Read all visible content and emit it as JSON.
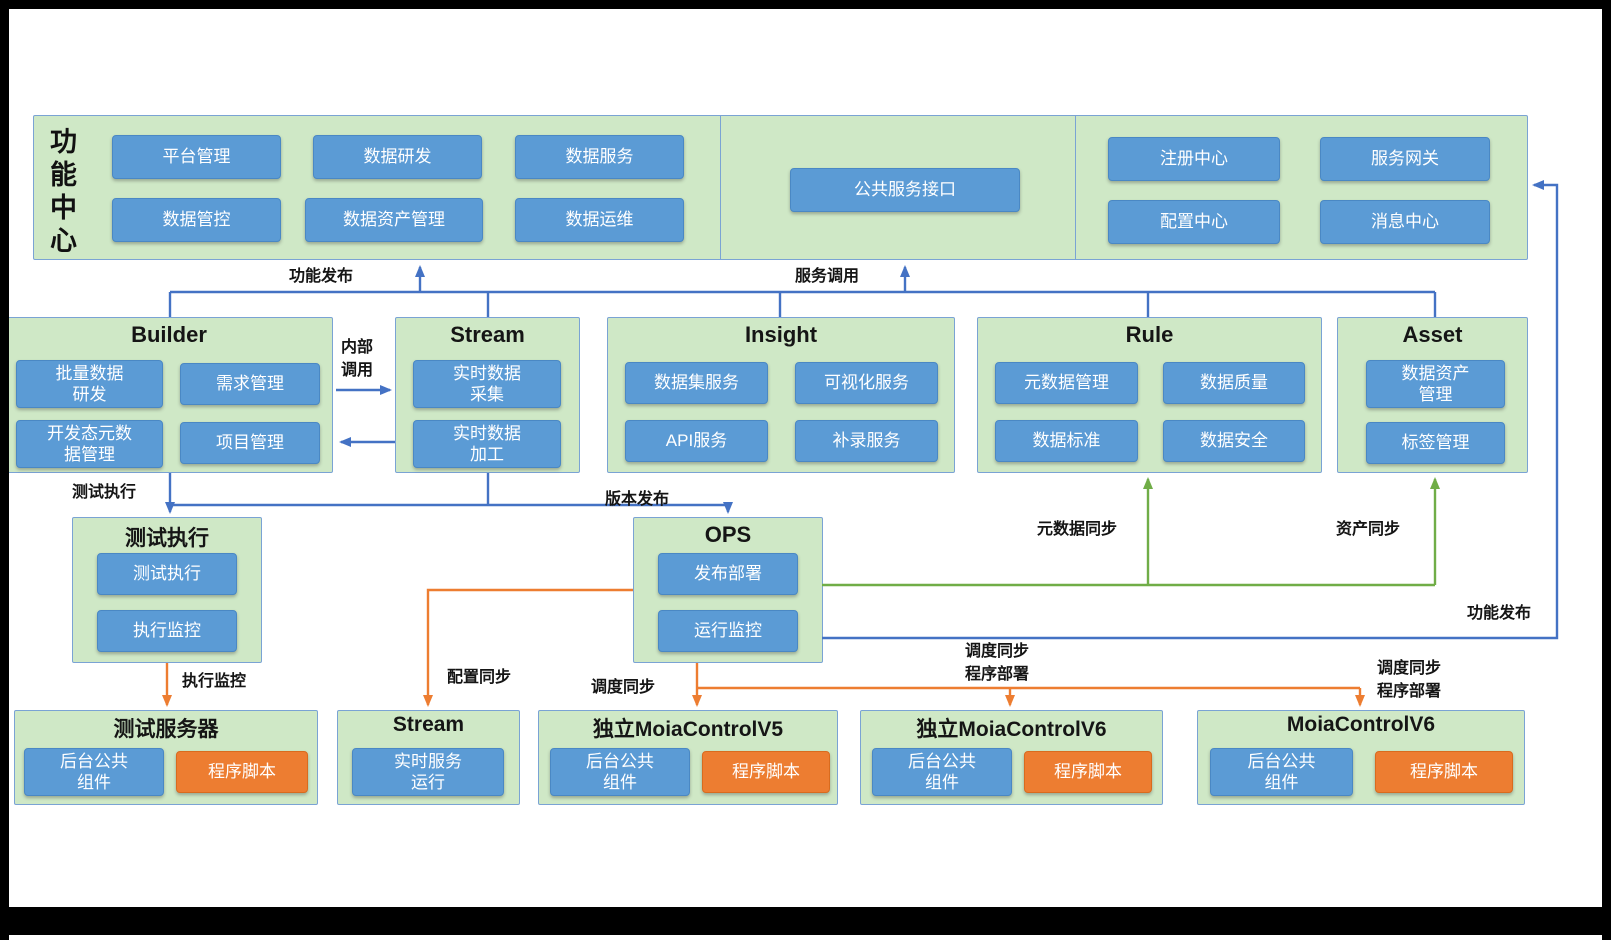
{
  "function_center": {
    "title": "功能中心",
    "buttons": {
      "platform_mgmt": "平台管理",
      "data_dev": "数据研发",
      "data_service": "数据服务",
      "data_control": "数据管控",
      "data_asset_mgmt": "数据资产管理",
      "data_ops": "数据运维",
      "public_service_api": "公共服务接口",
      "registry_center": "注册中心",
      "service_gateway": "服务网关",
      "config_center": "配置中心",
      "message_center": "消息中心"
    }
  },
  "modules": {
    "builder": {
      "title": "Builder",
      "buttons": {
        "batch_data_dev": "批量数据\n研发",
        "requirement_mgmt": "需求管理",
        "dev_metadata_mgmt": "开发态元数\n据管理",
        "project_mgmt": "项目管理"
      }
    },
    "stream": {
      "title": "Stream",
      "buttons": {
        "realtime_data_collect": "实时数据\n采集",
        "realtime_data_process": "实时数据\n加工"
      }
    },
    "insight": {
      "title": "Insight",
      "buttons": {
        "dataset_service": "数据集服务",
        "visualization_service": "可视化服务",
        "api_service": "API服务",
        "backfill_service": "补录服务"
      }
    },
    "rule": {
      "title": "Rule",
      "buttons": {
        "metadata_mgmt": "元数据管理",
        "data_quality": "数据质量",
        "data_standard": "数据标准",
        "data_security": "数据安全"
      }
    },
    "asset": {
      "title": "Asset",
      "buttons": {
        "data_asset_mgmt": "数据资产\n管理",
        "tag_mgmt": "标签管理"
      }
    }
  },
  "test_exec": {
    "title": "测试执行",
    "buttons": {
      "test_exec": "测试执行",
      "exec_monitor": "执行监控"
    }
  },
  "ops": {
    "title": "OPS",
    "buttons": {
      "release_deploy": "发布部署",
      "run_monitor": "运行监控"
    }
  },
  "servers": {
    "test_server": {
      "title": "测试服务器",
      "buttons": {
        "backend_common": "后台公共\n组件",
        "program_script": "程序脚本"
      }
    },
    "stream_server": {
      "title": "Stream",
      "buttons": {
        "realtime_service_run": "实时服务\n运行"
      }
    },
    "moia_v5": {
      "title": "独立MoiaControlV5",
      "buttons": {
        "backend_common": "后台公共\n组件",
        "program_script": "程序脚本"
      }
    },
    "moia_v6_standalone": {
      "title": "独立MoiaControlV6",
      "buttons": {
        "backend_common": "后台公共\n组件",
        "program_script": "程序脚本"
      }
    },
    "moia_v6": {
      "title": "MoiaControlV6",
      "buttons": {
        "backend_common": "后台公共\n组件",
        "program_script": "程序脚本"
      }
    }
  },
  "edge_labels": {
    "function_publish_top": "功能发布",
    "service_call": "服务调用",
    "internal_call": "内部\n调用",
    "test_execution": "测试执行",
    "version_release": "版本发布",
    "metadata_sync": "元数据同步",
    "asset_sync": "资产同步",
    "function_publish_right": "功能发布",
    "exec_monitor": "执行监控",
    "config_sync": "配置同步",
    "schedule_sync": "调度同步",
    "schedule_sync_deploy_v6s": "调度同步\n程序部署",
    "schedule_sync_deploy_v6": "调度同步\n程序部署"
  },
  "colors": {
    "green_box": "#cfe8c6",
    "box_border": "#7aa3d4",
    "blue_button": "#5b9bd5",
    "orange_button": "#ed7d31",
    "arrow_blue": "#4472c4",
    "arrow_green": "#70ad47",
    "arrow_orange": "#ed7d31"
  }
}
